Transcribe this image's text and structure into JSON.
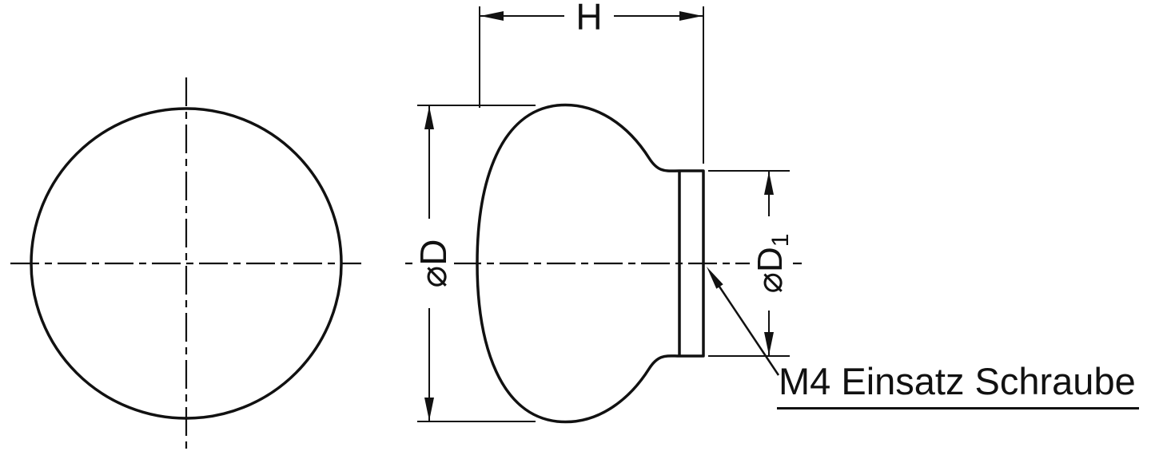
{
  "drawing": {
    "dimensions": {
      "h_label": "H",
      "diameter_d_label": "⌀D",
      "diameter_d1_label": "⌀D",
      "diameter_d1_subscript": "1"
    },
    "annotations": {
      "leader_note": "M4 Einsatz Schraube"
    },
    "colors": {
      "line": "#111111",
      "background": "#ffffff"
    }
  }
}
